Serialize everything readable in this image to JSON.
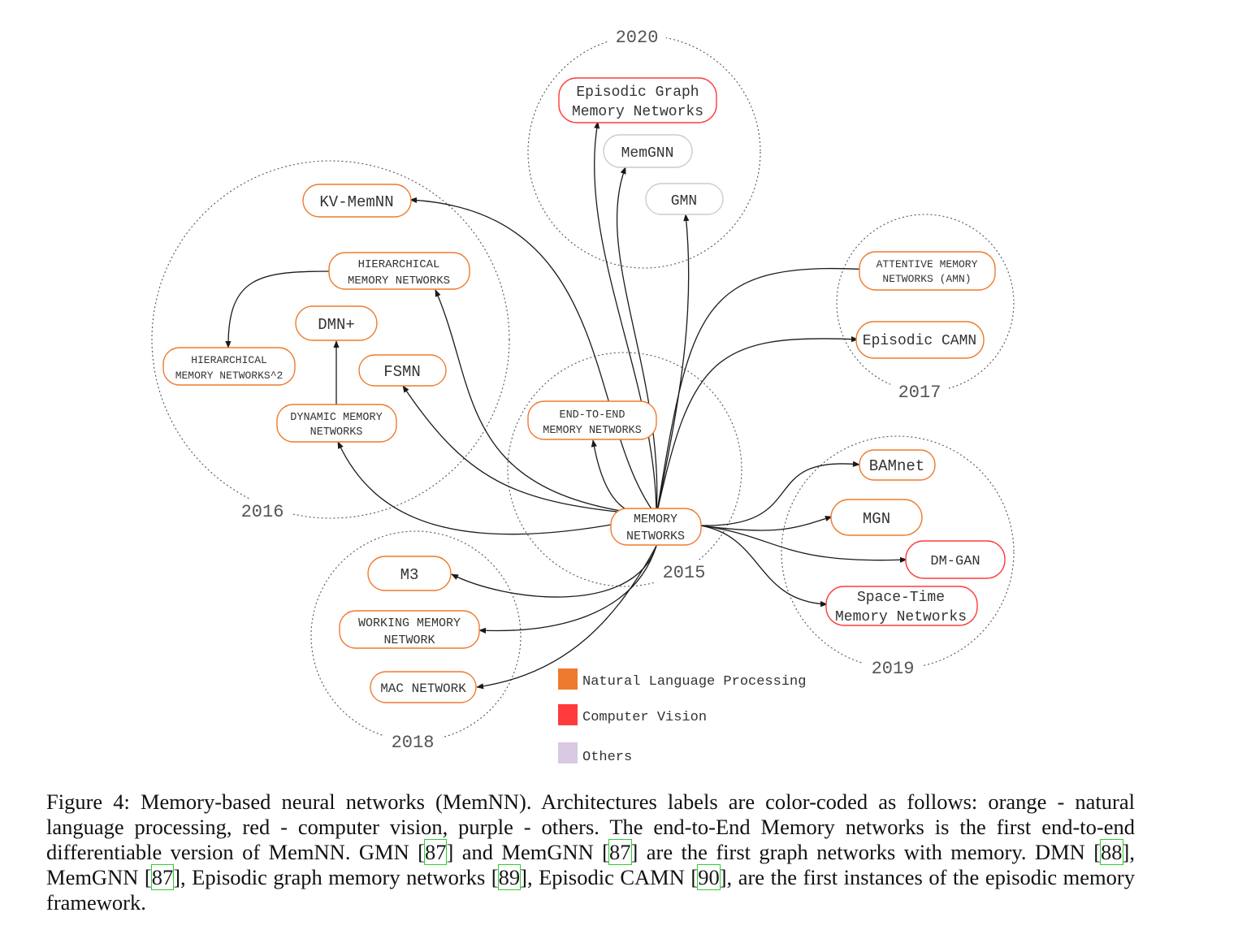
{
  "colors": {
    "nlp": "#ee7a2e",
    "cv": "#ff3b3b",
    "others": "#d9c9e3",
    "gray_node": "#cccccc"
  },
  "clusters": [
    {
      "id": "c2020",
      "year": "2020"
    },
    {
      "id": "c2016",
      "year": "2016"
    },
    {
      "id": "c2017",
      "year": "2017"
    },
    {
      "id": "c2015",
      "year": "2015"
    },
    {
      "id": "c2019",
      "year": "2019"
    },
    {
      "id": "c2018",
      "year": "2018"
    }
  ],
  "nodes": [
    {
      "id": "egmn",
      "lines": [
        "Episodic Graph",
        "Memory Networks"
      ],
      "category": "cv"
    },
    {
      "id": "memgnn",
      "lines": [
        "MemGNN"
      ],
      "category": "gray"
    },
    {
      "id": "gmn",
      "lines": [
        "GMN"
      ],
      "category": "gray"
    },
    {
      "id": "kvmemnn",
      "lines": [
        "KV-MemNN"
      ],
      "category": "nlp"
    },
    {
      "id": "hmn",
      "lines": [
        "HIERARCHICAL",
        "MEMORY NETWORKS"
      ],
      "category": "nlp"
    },
    {
      "id": "dmnplus",
      "lines": [
        "DMN+"
      ],
      "category": "nlp"
    },
    {
      "id": "hmn2",
      "lines": [
        "HIERARCHICAL",
        "MEMORY NETWORKS^2"
      ],
      "category": "nlp"
    },
    {
      "id": "fsmn",
      "lines": [
        "FSMN"
      ],
      "category": "nlp"
    },
    {
      "id": "dmn",
      "lines": [
        "DYNAMIC MEMORY",
        "NETWORKS"
      ],
      "category": "nlp"
    },
    {
      "id": "e2e",
      "lines": [
        "END-TO-END",
        "MEMORY NETWORKS"
      ],
      "category": "nlp"
    },
    {
      "id": "mn",
      "lines": [
        "MEMORY",
        "NETWORKS"
      ],
      "category": "nlp"
    },
    {
      "id": "amn",
      "lines": [
        "ATTENTIVE MEMORY",
        "NETWORKS (AMN)"
      ],
      "category": "nlp"
    },
    {
      "id": "camn",
      "lines": [
        "Episodic CAMN"
      ],
      "category": "nlp"
    },
    {
      "id": "bamnet",
      "lines": [
        "BAMnet"
      ],
      "category": "nlp"
    },
    {
      "id": "mgn",
      "lines": [
        "MGN"
      ],
      "category": "nlp"
    },
    {
      "id": "dmgan",
      "lines": [
        "DM-GAN"
      ],
      "category": "cv"
    },
    {
      "id": "stmn",
      "lines": [
        "Space-Time",
        "Memory Networks"
      ],
      "category": "cv"
    },
    {
      "id": "m3",
      "lines": [
        "M3"
      ],
      "category": "nlp"
    },
    {
      "id": "wmn",
      "lines": [
        "WORKING MEMORY",
        "NETWORK"
      ],
      "category": "nlp"
    },
    {
      "id": "mac",
      "lines": [
        "MAC NETWORK"
      ],
      "category": "nlp"
    }
  ],
  "legend": [
    {
      "label": "Natural Language Processing",
      "color": "#ee7a2e"
    },
    {
      "label": "Computer Vision",
      "color": "#ff3b3b"
    },
    {
      "label": "Others",
      "color": "#d9c9e3"
    }
  ],
  "caption": {
    "p1": "Figure 4: Memory-based neural networks (MemNN). Architectures labels are color-coded as follows: orange - natural language processing, red - computer vision, purple - others. The end-to-End Memory networks is the first end-to-end differentiable version of MemNN. GMN [",
    "c1": "87",
    "p2": "] and MemGNN [",
    "c2": "87",
    "p3": "] are the first graph networks with memory. DMN [",
    "c3": "88",
    "p4": "], MemGNN [",
    "c4": "87",
    "p5": "], Episodic graph memory networks [",
    "c5": "89",
    "p6": "], Episodic CAMN [",
    "c6": "90",
    "p7": "], are the first instances of the episodic memory framework."
  }
}
